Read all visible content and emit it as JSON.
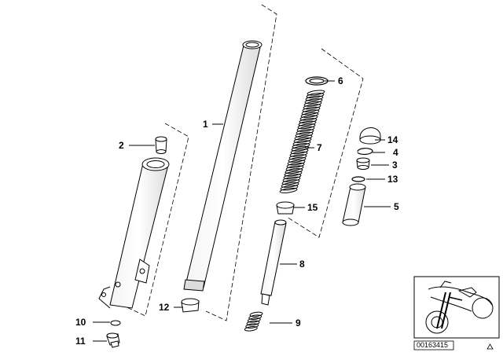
{
  "diagram": {
    "callouts": {
      "c1": "1",
      "c2": "2",
      "c3": "3",
      "c4": "4",
      "c5": "5",
      "c6": "6",
      "c7": "7",
      "c8": "8",
      "c9": "9",
      "c10": "10",
      "c11": "11",
      "c12": "12",
      "c13": "13",
      "c14": "14",
      "c15": "15"
    },
    "diagram_code": "00163415",
    "colors": {
      "line": "#000000",
      "background": "#ffffff"
    },
    "icons": {
      "corner_marker": "triangle-icon",
      "thumbnail": "motorcycle-thumbnail-icon"
    }
  }
}
